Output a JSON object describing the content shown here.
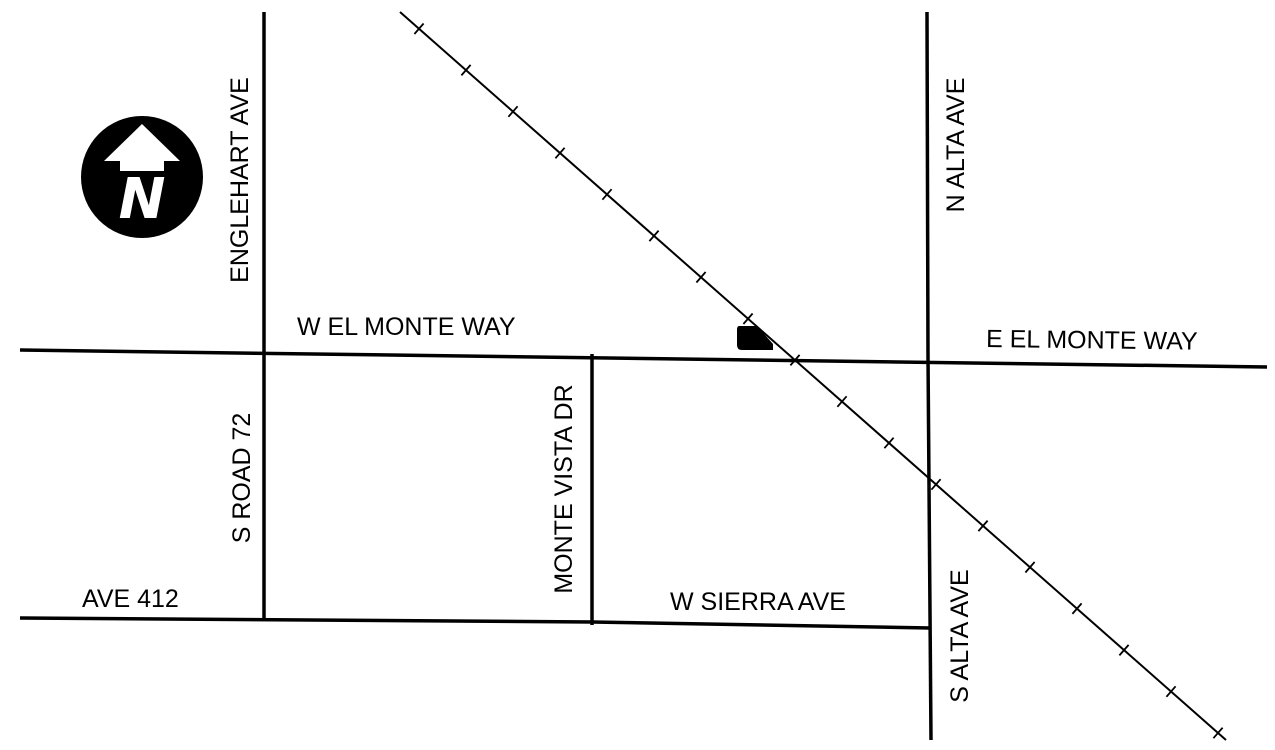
{
  "map": {
    "colors": {
      "ink": "#000000",
      "paper": "#ffffff"
    },
    "compass": {
      "letter": "N",
      "icon": "north-arrow-icon"
    },
    "streets": {
      "englehart_ave": "ENGLEHART AVE",
      "s_road_72": "S ROAD 72",
      "n_alta_ave": "N ALTA AVE",
      "s_alta_ave": "S ALTA AVE",
      "w_el_monte_way": "W EL MONTE WAY",
      "e_el_monte_way": "E EL MONTE WAY",
      "monte_vista_dr": "MONTE VISTA DR",
      "ave_412": "AVE 412",
      "w_sierra_ave": "W SIERRA AVE"
    },
    "railroad": {
      "icon": "railroad-track-icon"
    },
    "location_marker": {
      "icon": "building-marker-icon"
    }
  }
}
